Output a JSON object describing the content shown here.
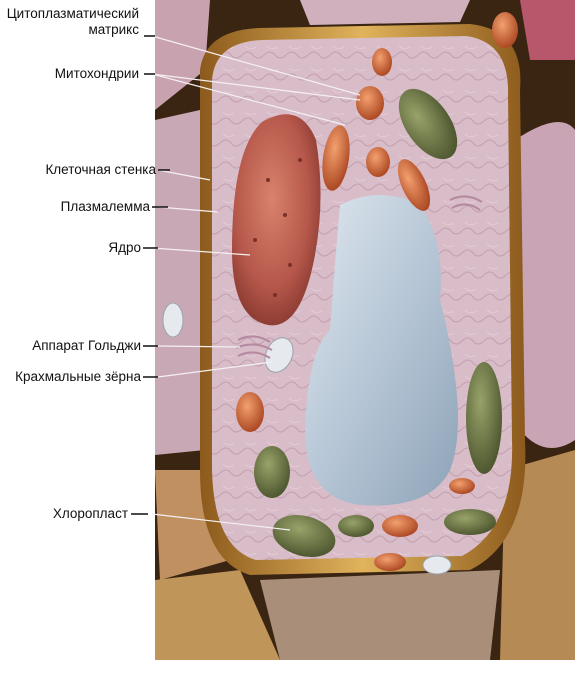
{
  "labels": {
    "matrix_line1": "Цитоплазматический",
    "matrix_line2": "матрикс",
    "mitochondria": "Митохондрии",
    "cell_wall": "Клеточная стенка",
    "plasmalemma": "Плазмалемма",
    "nucleus": "Ядро",
    "golgi": "Аппарат Гольджи",
    "starch": "Крахмальные зёрна",
    "chloroplast": "Хлоропласт"
  },
  "colors": {
    "cytoplasm": "#d8bcc8",
    "cell_wall": "#c99a3e",
    "vacuole": "#b8c8d8",
    "nucleus": "#b5574a",
    "mitochondria": "#d0663c",
    "chloroplast": "#6f7a4a",
    "dark_gaps": "#3a2412",
    "wood": "#c0955a"
  }
}
